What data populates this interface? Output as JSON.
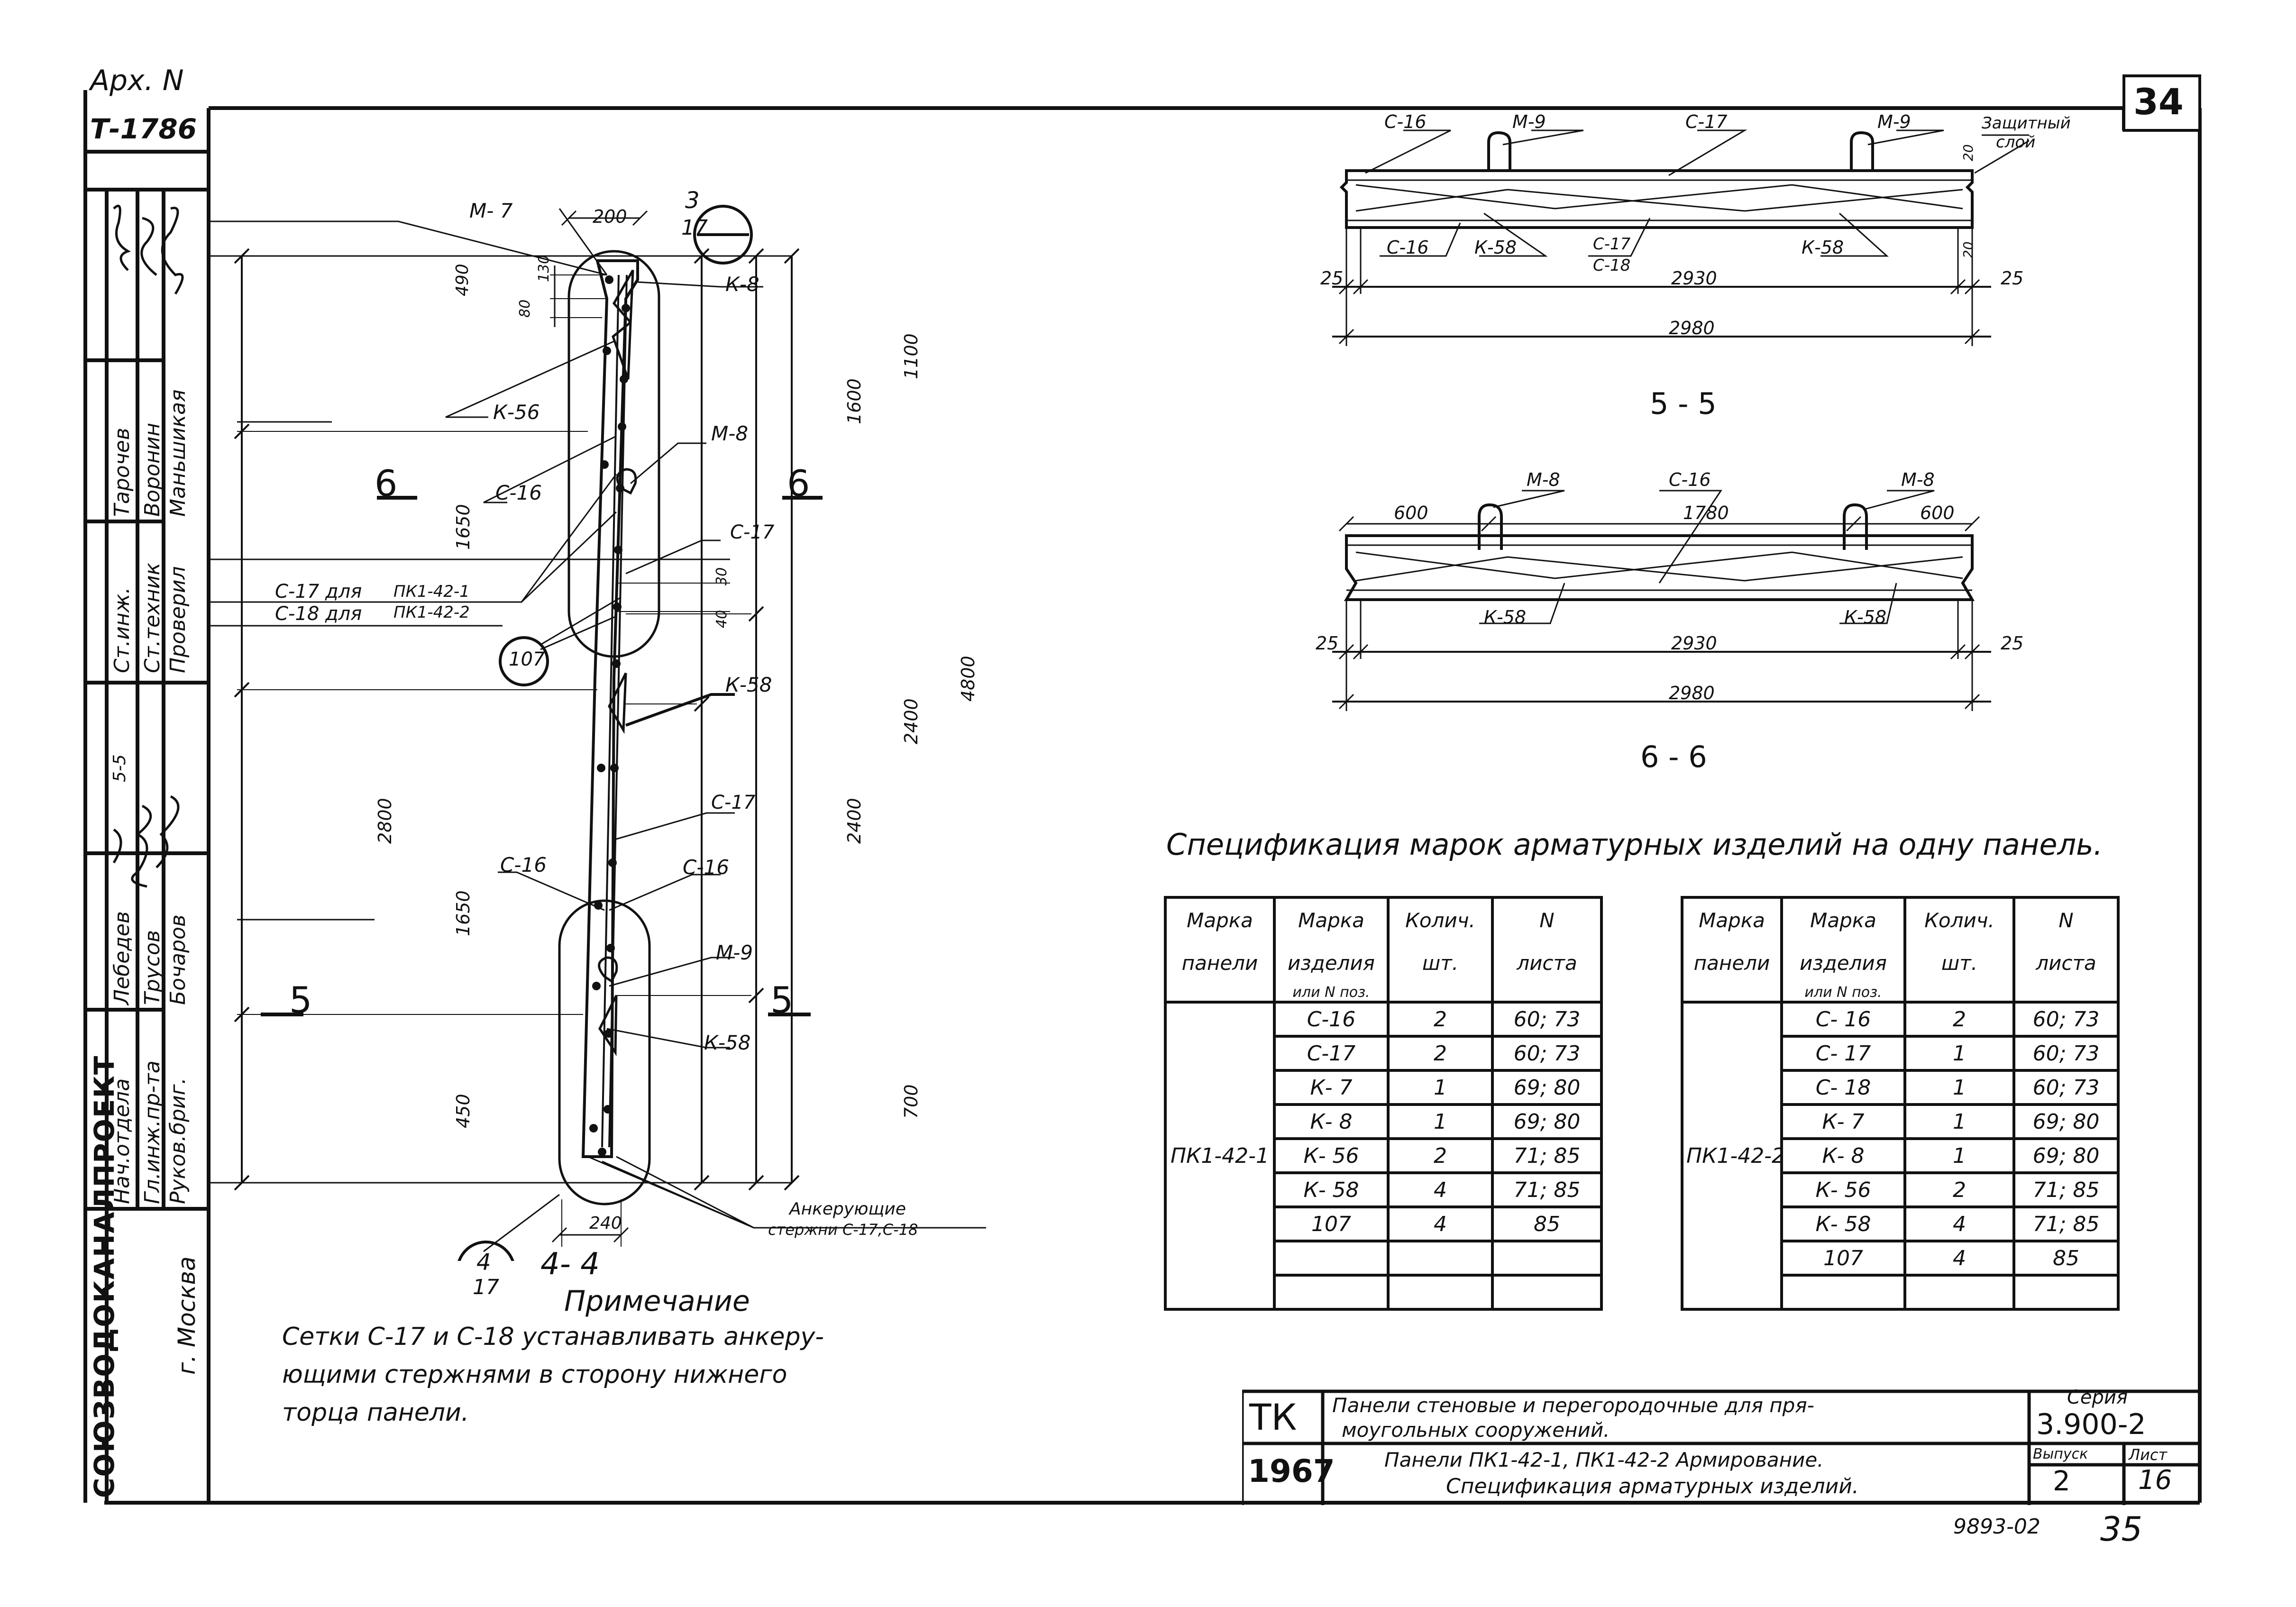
{
  "archive": {
    "label": "Арх. N",
    "number": "Т-1786"
  },
  "sheet_number": "34",
  "stamp_bottom": {
    "code": "9893-02",
    "page": "35"
  },
  "left_strip": {
    "org": "СОЮЗВОДОКАНАЛПРОЕКТ",
    "city": "г. Москва",
    "roles_upper": [
      "Ст.инж.",
      "Ст.техник",
      "Проверил"
    ],
    "names_upper": [
      "Тарочев",
      "Воронин",
      "Маньшикая"
    ],
    "roles_lower": [
      "Нач.отдела",
      "Гл.инж.пр-та",
      "Руков.бриг."
    ],
    "names_lower": [
      "Лебедев",
      "Трусов",
      "Бочаров"
    ],
    "revision_mark": "5-5"
  },
  "section_44": {
    "title": "4- 4",
    "labels": {
      "m7": "М- 7",
      "k8": "К-8",
      "k56": "К-56",
      "m8": "М-8",
      "c16_top": "С-16",
      "c17_top": "С-17",
      "c17_for": "С-17 для",
      "c18_for": "С-18 для",
      "pk1": "ПК1-42-1",
      "pk2": "ПК1-42-2",
      "pos107": "107",
      "k58_top": "К-58",
      "c17_mid": "С-17",
      "c16_a": "С-16",
      "c16_b": "С-16",
      "m9": "М-9",
      "k58_bot": "К-58",
      "anchor1": "Анкерующие",
      "anchor2": "стержни С-17,С-18"
    },
    "dims": {
      "top200": "200",
      "d130": "130",
      "d80": "80",
      "d30": "30",
      "d40": "40",
      "d490": "490",
      "d1650": "1650",
      "d2800": "2800",
      "d1650b": "1650",
      "d450": "450",
      "d1600": "1600",
      "d1100": "1100",
      "d2400": "2400",
      "d4800": "4800",
      "d2400b": "2400",
      "d700": "700",
      "bottom240": "240"
    },
    "callout_top": {
      "num": "3",
      "den": "17"
    },
    "callout_bottom": {
      "num": "4",
      "den": "17"
    },
    "cut6": "6",
    "cut5": "5"
  },
  "section_55": {
    "title": "5 - 5",
    "labels": {
      "c16": "С-16",
      "m9a": "М-9",
      "c17": "С-17",
      "m9b": "М-9",
      "prot1": "Защитный",
      "prot2": "слой",
      "c16b": "С-16",
      "k58a": "К-58",
      "c17b": "С-17",
      "c18": "С-18",
      "k58b": "К-58"
    },
    "dims": {
      "d25a": "25",
      "d2930": "2930",
      "d25b": "25",
      "d2980": "2980",
      "d20a": "20",
      "d20b": "20"
    }
  },
  "section_66": {
    "title": "6 - 6",
    "labels": {
      "m8a": "М-8",
      "c16": "С-16",
      "m8b": "М-8",
      "k58a": "К-58",
      "k58b": "К-58"
    },
    "dims": {
      "d600a": "600",
      "d1780": "1780",
      "d600b": "600",
      "d25": "25",
      "d2930": "2930",
      "d25b": "25",
      "d2980": "2980"
    }
  },
  "spec": {
    "title": "Спецификация марок арматурных изделий на одну панель.",
    "headers": {
      "h1": [
        "Марка",
        "панели"
      ],
      "h2": [
        "Марка",
        "изделия",
        "или N поз."
      ],
      "h3": [
        "Колич.",
        "шт."
      ],
      "h4": [
        "N",
        "листа"
      ]
    },
    "table1": {
      "panel": "ПК1-42-1",
      "rows": [
        [
          "С-16",
          "2",
          "60; 73"
        ],
        [
          "С-17",
          "2",
          "60; 73"
        ],
        [
          "К- 7",
          "1",
          "69; 80"
        ],
        [
          "К- 8",
          "1",
          "69; 80"
        ],
        [
          "К- 56",
          "2",
          "71; 85"
        ],
        [
          "К- 58",
          "4",
          "71; 85"
        ],
        [
          "107",
          "4",
          "85"
        ],
        [
          "",
          "",
          ""
        ],
        [
          "",
          "",
          ""
        ]
      ]
    },
    "table2": {
      "panel": "ПК1-42-2",
      "rows": [
        [
          "С- 16",
          "2",
          "60; 73"
        ],
        [
          "С- 17",
          "1",
          "60; 73"
        ],
        [
          "С- 18",
          "1",
          "60; 73"
        ],
        [
          "К- 7",
          "1",
          "69; 80"
        ],
        [
          "К- 8",
          "1",
          "69; 80"
        ],
        [
          "К- 56",
          "2",
          "71; 85"
        ],
        [
          "К- 58",
          "4",
          "71; 85"
        ],
        [
          "107",
          "4",
          "85"
        ],
        [
          "",
          "",
          ""
        ]
      ]
    }
  },
  "note": {
    "title": "Примечание",
    "lines": [
      "Сетки С-17 и С-18 устанавливать анкеру-",
      "ющими стержнями в сторону нижнего",
      "торца панели."
    ]
  },
  "title_block": {
    "tk": "ТК",
    "year": "1967",
    "desc1": "Панели стеновые и перегородочные для пря-",
    "desc1b": "моугольных сооружений.",
    "desc2": "Панели ПК1-42-1,   ПК1-42-2 Армирование.",
    "desc2b": "Спецификация арматурных изделий.",
    "series_label": "Серия",
    "series": "3.900-2",
    "issue_label": "Выпуск",
    "issue": "2",
    "sheet_label": "Лист",
    "sheet": "16"
  }
}
